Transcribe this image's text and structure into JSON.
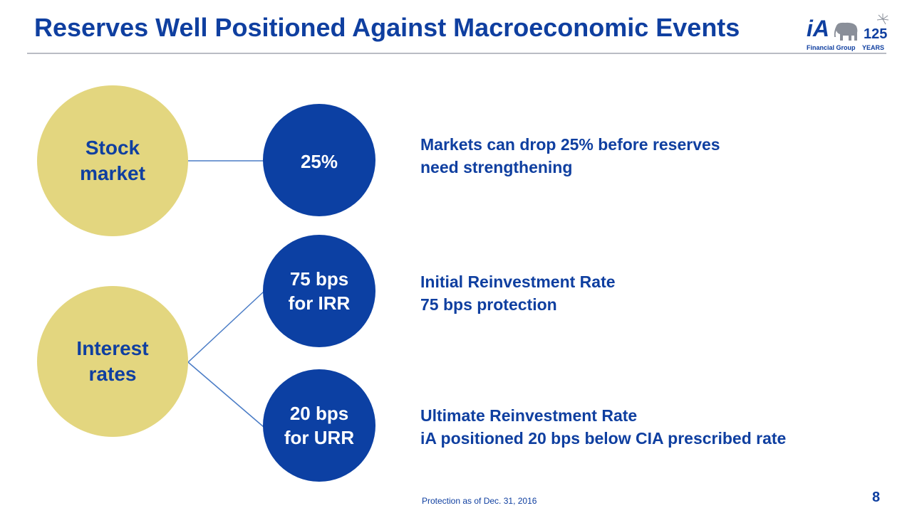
{
  "header": {
    "title": "Reserves Well Positioned Against Macroeconomic Events",
    "logo": {
      "mark": "iA",
      "subtitle": "Financial Group",
      "anniversary_number": "125",
      "anniversary_word": "YEARS",
      "icon": "elephant-icon"
    }
  },
  "diagram": {
    "sources": [
      {
        "line1": "Stock",
        "line2": "market"
      },
      {
        "line1": "Interest",
        "line2": "rates"
      }
    ],
    "nodes": [
      {
        "line1": "25%",
        "line2": ""
      },
      {
        "line1": "75 bps",
        "line2": "for IRR"
      },
      {
        "line1": "20 bps",
        "line2": "for URR"
      }
    ],
    "descriptions": [
      {
        "line1": "Markets can drop 25% before reserves",
        "line2": "need strengthening"
      },
      {
        "line1": "Initial Reinvestment Rate",
        "line2": "75 bps protection"
      },
      {
        "line1": "Ultimate Reinvestment Rate",
        "line2": "iA positioned 20 bps below CIA prescribed rate"
      }
    ]
  },
  "footer": {
    "footnote": "Protection as of Dec. 31, 2016",
    "page_number": "8"
  },
  "colors": {
    "brand_blue": "#0c40a3",
    "title_blue": "#0f3fa0",
    "source_yellow": "#e3d67f",
    "connector": "#4a7cc6"
  }
}
